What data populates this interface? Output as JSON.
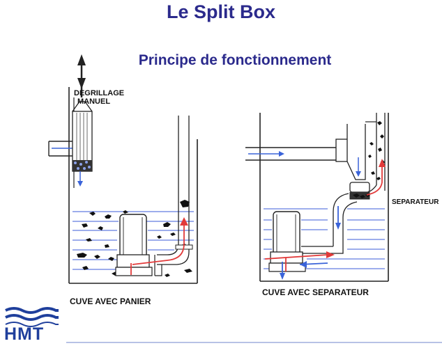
{
  "header": {
    "title": "Le Split Box",
    "subtitle": "Principe de fonctionnement"
  },
  "labels": {
    "degrillage_line1": "DEGRILLAGE",
    "degrillage_line2": "MANUEL",
    "separateur": "SEPARATEUR",
    "cuve_panier": "CUVE  AVEC PANIER",
    "cuve_separateur": "CUVE AVEC SEPARATEUR"
  },
  "logo": {
    "text": "HMT",
    "icon": "wave-logo-icon"
  },
  "colors": {
    "title": "#2b2a8c",
    "water": "#3b5bd9",
    "flow_red": "#e23a3a",
    "flow_blue": "#3a63d9",
    "logo": "#1f3f9c",
    "line": "#222222"
  }
}
